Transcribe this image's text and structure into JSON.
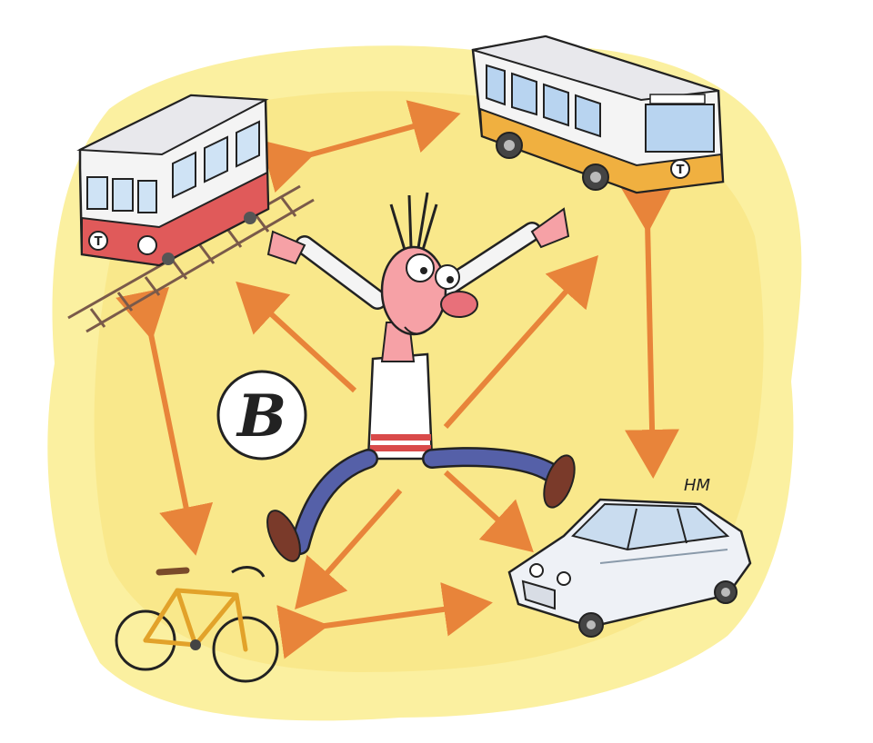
{
  "illustration": {
    "badge_letter": "B",
    "signature": "HM",
    "train_logo_letter": "T",
    "bus_logo_letter": "T",
    "palette": {
      "background": "#fbf0a0",
      "background_edge": "#f7e27a",
      "arrow": "#e8843a",
      "train_red": "#e05a5a",
      "bus_yellow": "#f0b040",
      "car_white": "#eef1f6",
      "shirt_stripe": "#d94a4a",
      "pants": "#5560a8",
      "skin": "#f6a1a6",
      "ink": "#222222"
    },
    "subjects": [
      "train",
      "bus",
      "bicycle",
      "car",
      "jumping-man",
      "b-badge"
    ],
    "icons": [
      "train-icon",
      "bus-icon",
      "bicycle-icon",
      "car-icon",
      "person-icon"
    ]
  }
}
